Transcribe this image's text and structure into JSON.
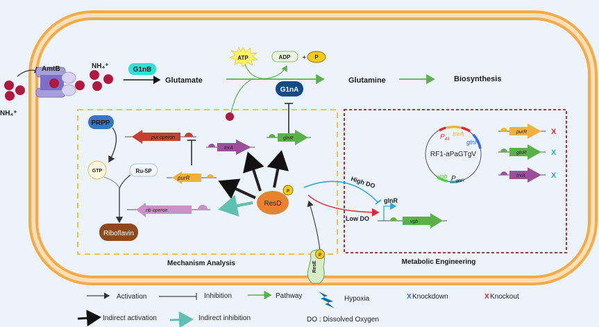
{
  "membrane": {
    "transporter": "AmtB",
    "sensor": "ResE",
    "ammonium_outside": "NH₄⁺",
    "ammonium_inside": "NH₄⁺"
  },
  "pathway": {
    "enzyme_b": "G1nB",
    "enzyme_a": "G1nA",
    "glutamate": "Glutamate",
    "glutamine": "Glutamine",
    "biosynthesis": "Biosynthesis",
    "atp": "ATP",
    "adp": "ADP",
    "plus": "+",
    "phosphate": "P"
  },
  "mechanism": {
    "title": "Mechanism Analysis",
    "prpp": "PRPP",
    "gtp": "GTP",
    "ru5p": "Ru-5P",
    "riboflavin": "Riboflavin",
    "pur_operon": "pur operon",
    "rib_operon": "rib operon",
    "purR": "purR",
    "tnrA": "tnrA",
    "glnR": "glnR",
    "regulator": "ResD",
    "phospho": "P"
  },
  "engineering": {
    "title": "Metabolic Engineering",
    "high_do": "High DO",
    "low_do": "Low DO",
    "promoter_gene": "glnR",
    "reporter": "vgb",
    "plasmid": {
      "name": "RF1-aPaGTgV",
      "p43": "P",
      "p43_sub": "43",
      "tnrA": "tnrA",
      "glnR": "glnR",
      "vgb": "vgb",
      "pglnR": "P",
      "pglnR_sub": "glnR"
    },
    "edits": [
      {
        "gene": "purR",
        "mark": "X",
        "type": "knockout",
        "color": "#e8262c"
      },
      {
        "gene": "glnR",
        "mark": "X",
        "type": "knockdown",
        "color": "#29a8e0"
      },
      {
        "gene": "tnrA",
        "mark": "X",
        "type": "knockdown",
        "color": "#29a8e0"
      }
    ]
  },
  "legend": {
    "activation": "Activation",
    "inhibition": "Inhibition",
    "pathway": "Pathway",
    "hypoxia": "Hypoxia",
    "knockdown_mark": "X",
    "knockdown": "Knockdown",
    "knockout_mark": "X",
    "knockout": "Knockout",
    "indirect_activation": "Indirect activation",
    "indirect_inhibition": "Indirect inhibition",
    "do_note": "DO : Dissolved Oxygen"
  },
  "colors": {
    "membrane": "#f5a947",
    "membrane_inner": "#fde0b8",
    "pathway_green": "#5bb04a",
    "knockdown_blue": "#2d6ee8",
    "knockout_red": "#e8262c"
  }
}
